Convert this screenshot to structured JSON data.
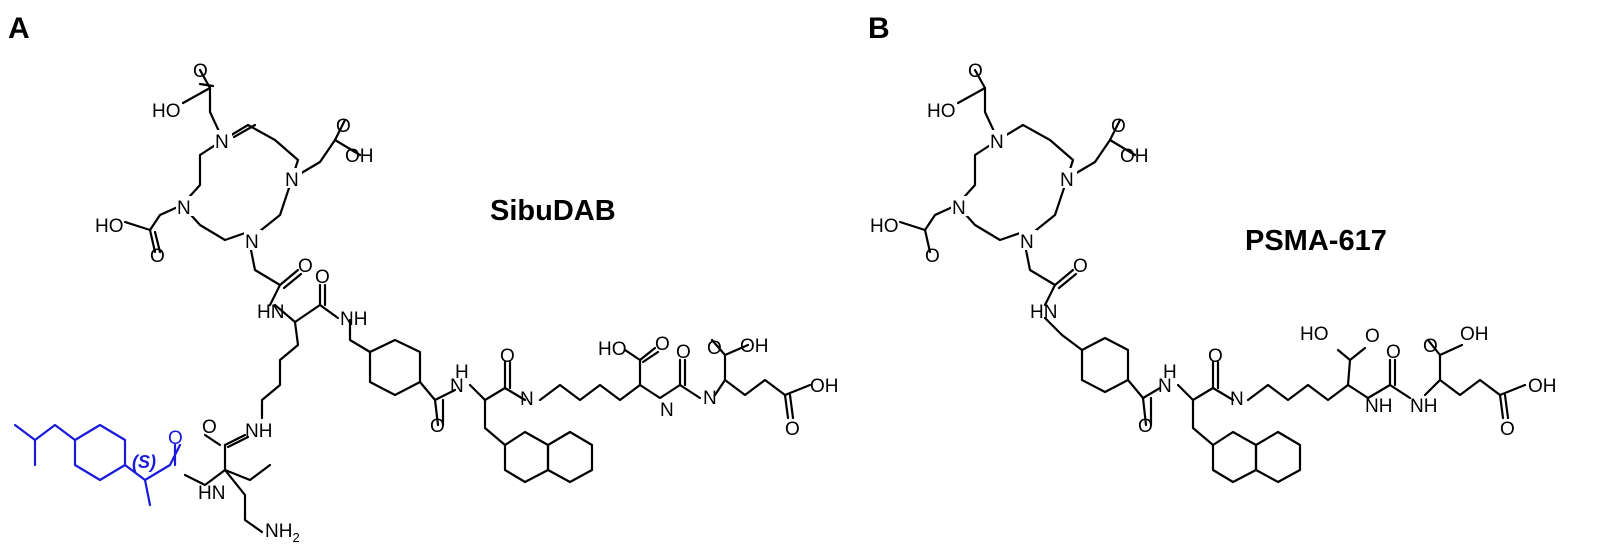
{
  "panels": [
    {
      "id": "A",
      "panel_label": "A",
      "compound_name": "SibuDAB",
      "highlight_color": "#1a1adc",
      "stereo_label": "(S)"
    },
    {
      "id": "B",
      "panel_label": "B",
      "compound_name": "PSMA-617"
    }
  ],
  "atom_labels": {
    "carboxyl_oh": "HO",
    "carboxyl_oh_right": "OH",
    "oxygen": "O",
    "nitrogen": "N",
    "amide_nh": "NH",
    "amine_hn": "HN",
    "urea_nh": "H",
    "amine_nh2": "NH",
    "subscript_2": "2"
  }
}
